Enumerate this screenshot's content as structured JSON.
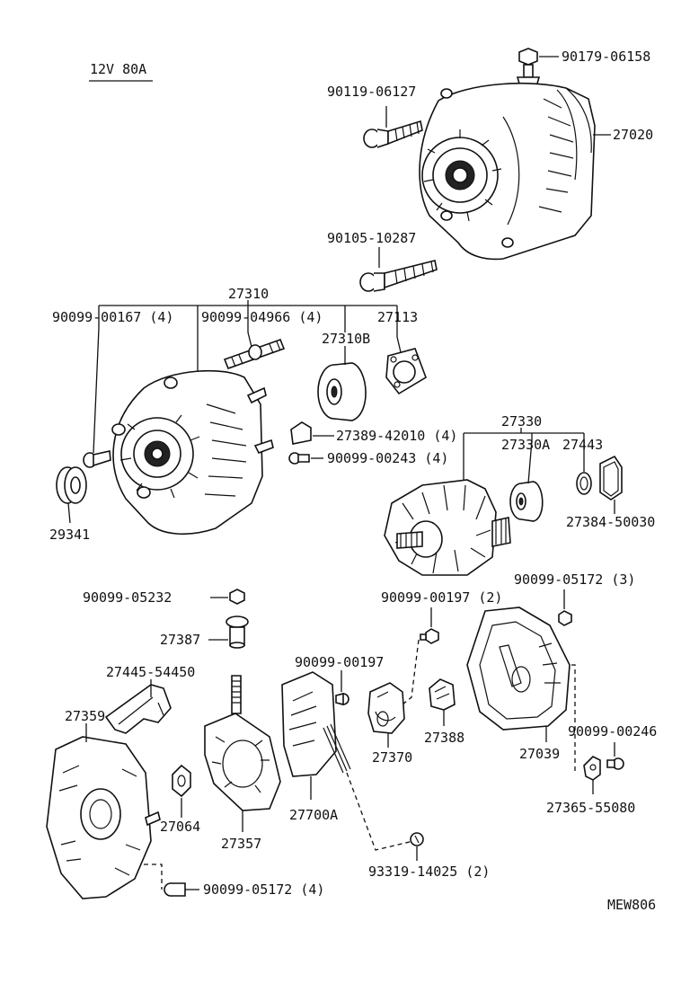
{
  "title": "12V 80A",
  "footer_code": "MEW806",
  "labels": {
    "p90179_06158": "90179-06158",
    "p90119_06127": "90119-06127",
    "p27020": "27020",
    "p90105_10287": "90105-10287",
    "p27310": "27310",
    "p90099_00167": "90099-00167 (4)",
    "p90099_04966": "90099-04966 (4)",
    "p27310B": "27310B",
    "p27113": "27113",
    "p27389_42010": "27389-42010 (4)",
    "p90099_00243": "90099-00243 (4)",
    "p29341": "29341",
    "p27330": "27330",
    "p27330A": "27330A",
    "p27443": "27443",
    "p27384_50030": "27384-50030",
    "p90099_05232": "90099-05232",
    "p27387": "27387",
    "p90099_00197_2": "90099-00197 (2)",
    "p90099_05172_3": "90099-05172 (3)",
    "p27445_54450": "27445-54450",
    "p27359": "27359",
    "p90099_00197": "90099-00197",
    "p27370": "27370",
    "p27388": "27388",
    "p27039": "27039",
    "p90099_00246": "90099-00246",
    "p27064": "27064",
    "p27357": "27357",
    "p27700A": "27700A",
    "p27365_55080": "27365-55080",
    "p93319_14025": "93319-14025 (2)",
    "p90099_05172_4": "90099-05172 (4)"
  }
}
